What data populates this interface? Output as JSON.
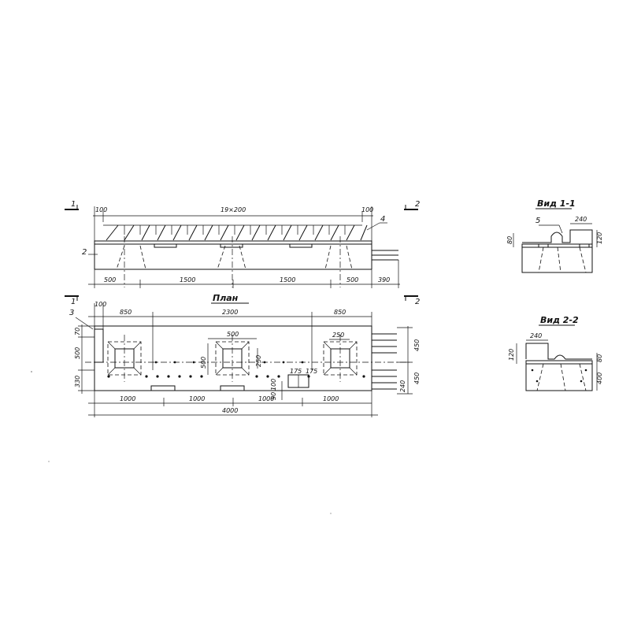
{
  "elevation": {
    "section_marks": [
      "1",
      "1",
      "2",
      "2"
    ],
    "top_dims": [
      "100",
      "19×200",
      "100"
    ],
    "callouts": [
      "4",
      "2"
    ],
    "bottom_dims": [
      "500",
      "1500",
      "1500",
      "500",
      "390"
    ]
  },
  "plan": {
    "title": "План",
    "callout": "3",
    "top_dims": [
      "100",
      "850",
      "2300",
      "850"
    ],
    "left_dims": [
      "70",
      "500",
      "330"
    ],
    "insert_dims": [
      "500",
      "500",
      "250",
      "250",
      "175",
      "175",
      "100",
      "50"
    ],
    "right_dims": [
      "450",
      "450",
      "240"
    ],
    "bottom_dims": [
      "1000",
      "1000",
      "1000",
      "1000"
    ],
    "total": "4000"
  },
  "view11": {
    "title": "Вид 1-1",
    "callout": "5",
    "dims": [
      "240",
      "80",
      "120"
    ]
  },
  "view22": {
    "title": "Вид 2-2",
    "dims": [
      "240",
      "120",
      "80",
      "400"
    ]
  }
}
